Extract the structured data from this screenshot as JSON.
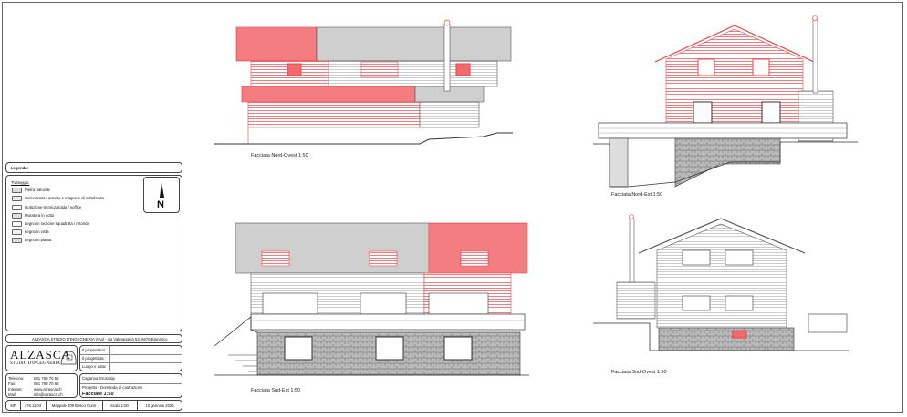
{
  "legend": {
    "title": "Legenda:",
    "subtitle": "Tratteggio:",
    "items": [
      {
        "label": "Pietra naturale"
      },
      {
        "label": "Calcestruzzo armato e magrone di sottofondo"
      },
      {
        "label": "Isolazione termica rigida / soffice"
      },
      {
        "label": "Muratura in cotto"
      },
      {
        "label": "Legno in sezione squadrata / rotonda"
      },
      {
        "label": "Legno in vista"
      },
      {
        "label": "Legno in pianta"
      }
    ],
    "north": "N"
  },
  "titleblock": {
    "company_line": "ALZASCA STUDIO D'INGEGNERIA SAgl - via Valmaggina 53, 6676 Bignasco",
    "logo_main": "ALZASCA",
    "logo_sub": "STUDIO D'INGEGNERIA",
    "fields": [
      "Il proprietario:",
      "Il progettista:",
      "Luogo e data:"
    ],
    "contacts": [
      {
        "k": "Telefono:",
        "v": "091 760 70 58"
      },
      {
        "k": "Fax:",
        "v": "091 760 70 69"
      },
      {
        "k": "Internet:",
        "v": "www.alzasca.ch"
      },
      {
        "k": "Mail:",
        "v": "info@alzasca.ch"
      }
    ],
    "project_name": "Capanna Grossalp",
    "project_phase": "Progetto - Domanda di costruzione",
    "sheet_title": "Facciate 1:50",
    "footer": [
      "MP",
      "476.11.04",
      "Mappale 409 Bosco Gurin",
      "Scala 1:50",
      "10 gennaio 2025"
    ]
  },
  "views": {
    "nw": "Facciata Nord-Ovest 1:50",
    "ne": "Facciata Nord-Est 1:50",
    "se": "Facciata Sud-Est 1:50",
    "sw": "Facciata Sud-Ovest 1:50"
  },
  "colors": {
    "new": "#e8454a",
    "existing": "#888888"
  }
}
